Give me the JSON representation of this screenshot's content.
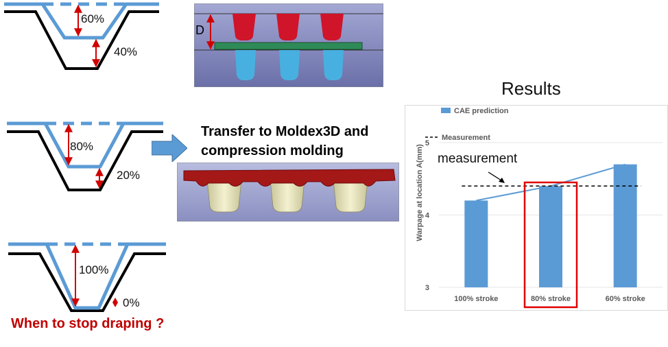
{
  "draping": {
    "stage1": {
      "upper": "60%",
      "lower": "40%"
    },
    "stage2": {
      "upper": "80%",
      "lower": "20%"
    },
    "stage3": {
      "upper": "100%",
      "lower": "0%"
    },
    "question": "When to stop draping ?"
  },
  "mold_label": "D",
  "transfer_text": [
    "Transfer to Moldex3D and",
    "compression molding"
  ],
  "results_title": "Results",
  "chart_data": {
    "type": "bar",
    "categories": [
      "100% stroke",
      "80% stroke",
      "60% stroke"
    ],
    "series": [
      {
        "name": "CAE prediction",
        "values": [
          4.2,
          4.4,
          4.7
        ]
      }
    ],
    "reference": {
      "name": "Measurement",
      "value": 4.4
    },
    "ylabel": "Warpage at location A(mm)",
    "ylim": [
      3,
      5
    ],
    "yticks": [
      3,
      4,
      5
    ],
    "annotation": "measurement",
    "highlight_category": "80% stroke",
    "legend": "top-left"
  },
  "colors": {
    "cae_bar": "#5b9bd5",
    "arrow_red": "#d00000",
    "highlight": "#e00000",
    "mold_top": "#d0142a",
    "mold_bottom": "#48b0e0",
    "sheet_green": "#2e8b57",
    "drape_blue": "#5b9bd5"
  }
}
